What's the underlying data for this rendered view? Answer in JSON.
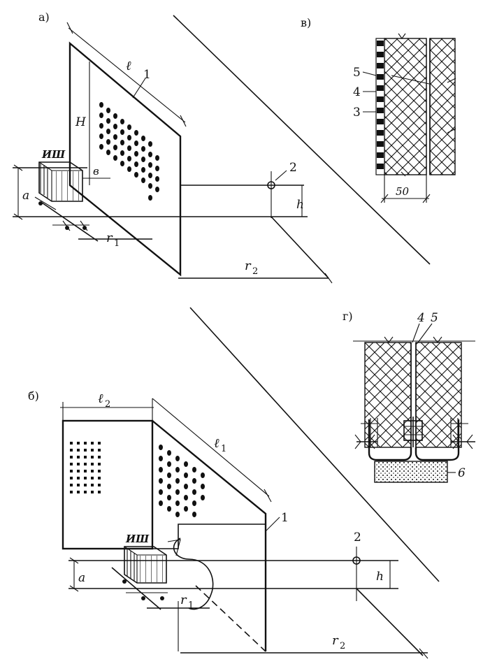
{
  "figure": {
    "panel_a": {
      "caption": "а)",
      "labels": {
        "l": "ℓ",
        "one": "1",
        "H": "H",
        "ish": "ИШ",
        "b": "в",
        "a": "a",
        "two": "2",
        "h": "h",
        "r1": "r",
        "r1_sub": "1",
        "r2": "r",
        "r2_sub": "2"
      }
    },
    "panel_b": {
      "caption": "б)",
      "labels": {
        "l2": "ℓ",
        "l2_sub": "2",
        "l1": "ℓ",
        "l1_sub": "1",
        "one": "1",
        "ish": "ИШ",
        "a": "a",
        "two": "2",
        "h": "h",
        "r1": "r",
        "r1_sub": "1",
        "r2": "r",
        "r2_sub": "2"
      }
    },
    "panel_v": {
      "caption": "в)",
      "labels": {
        "five": "5",
        "four": "4",
        "three": "3",
        "dim": "50"
      }
    },
    "panel_g": {
      "caption": "г)",
      "labels": {
        "four": "4",
        "five": "5",
        "six": "6"
      }
    }
  }
}
